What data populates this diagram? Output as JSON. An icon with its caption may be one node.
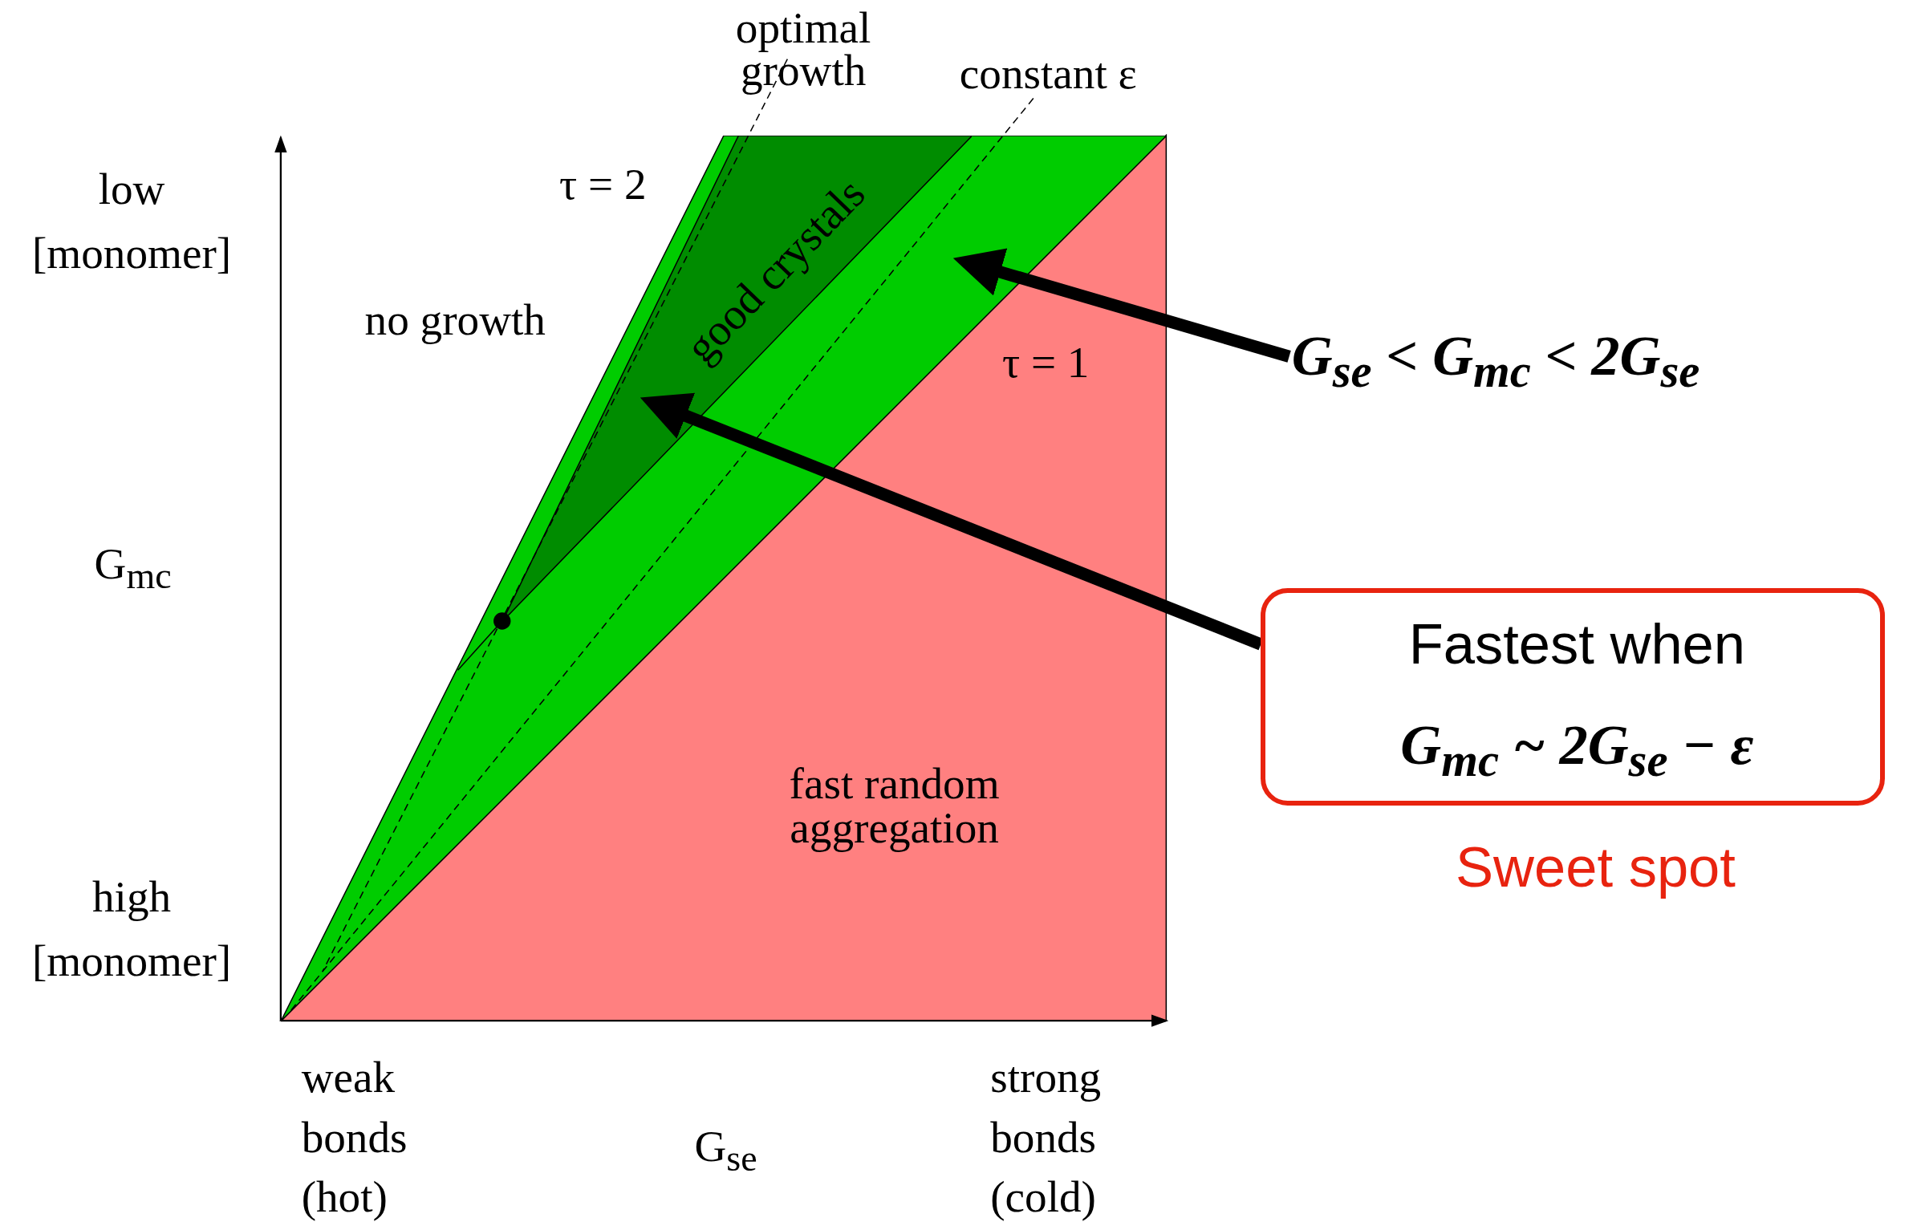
{
  "diagram": {
    "nodes": [
      {
        "text": [],
        "shape": "band"
      },
      {
        "text": [
          "good crystals"
        ],
        "in": 0
      },
      {
        "text": [
          "G$_{se}$ <  G$_{mc}$ < 2G$_{se}$"
        ]
      },
      {
        "text": [
          "Fastest when",
          "G$_{mc}$ ~ 2G$_{se}$ − ε"
        ],
        "beside": [
          "Sweet spot"
        ]
      }
    ],
    "edges": [
      {
        "from": 2,
        "to": 0,
        "arrow": "to"
      },
      {
        "from": 3,
        "to": 1,
        "arrow": "to"
      }
    ],
    "labels": [
      "optimal growth",
      "constant ε",
      "τ = 2",
      "low [monomer]",
      "no growth",
      "τ = 1",
      "G$_{mc}$",
      "fast random aggregation",
      "high [monomer]",
      "weak bonds (hot)",
      "G$_{se}$",
      "strong bonds (cold)"
    ]
  }
}
